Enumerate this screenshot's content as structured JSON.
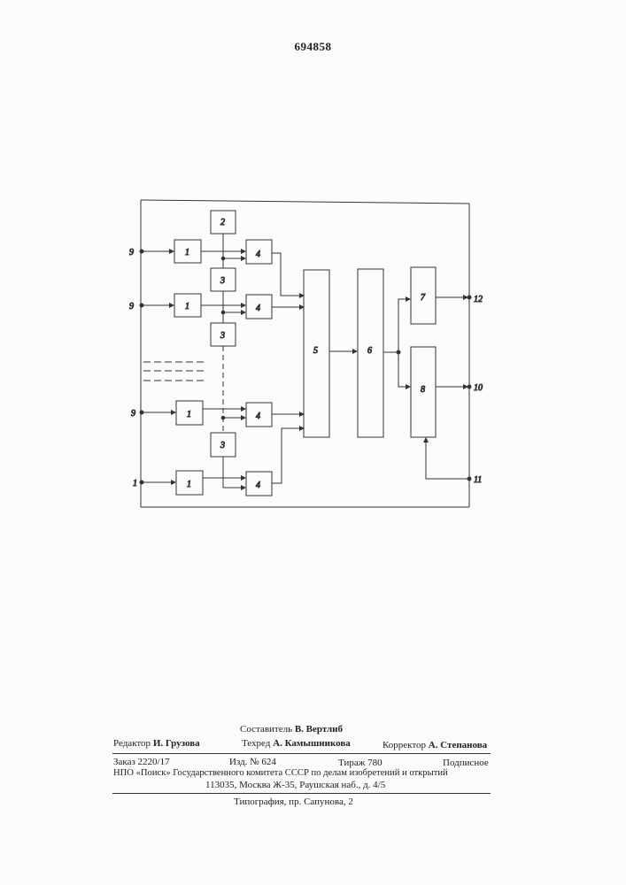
{
  "page_number": "694858",
  "diagram": {
    "blocks": {
      "b1": "1",
      "b2": "2",
      "b3": "3",
      "b4": "4",
      "b5": "5",
      "b6": "6",
      "b7": "7",
      "b8": "8"
    },
    "terminals": {
      "in9": "9",
      "in1": "1",
      "out12": "12",
      "out10": "10",
      "in11": "11"
    }
  },
  "imprint": {
    "compiler_label": "Составитель",
    "compiler_name": "В. Вертлиб",
    "editor_label": "Редактор",
    "editor_name": "И. Грузова",
    "techred_label": "Техред",
    "techred_name": "А. Камышникова",
    "corrector_label": "Корректор",
    "corrector_name": "А. Степанова",
    "order": "Заказ 2220/17",
    "edition": "Изд. № 624",
    "circulation": "Тираж 780",
    "subscription": "Подписное",
    "npo": "НПО «Поиск» Государственного комитета СССР по делам изобретений и открытий",
    "address": "113035, Москва Ж-35, Раушская наб., д. 4/5",
    "printing": "Типография, пр. Сапунова, 2"
  }
}
